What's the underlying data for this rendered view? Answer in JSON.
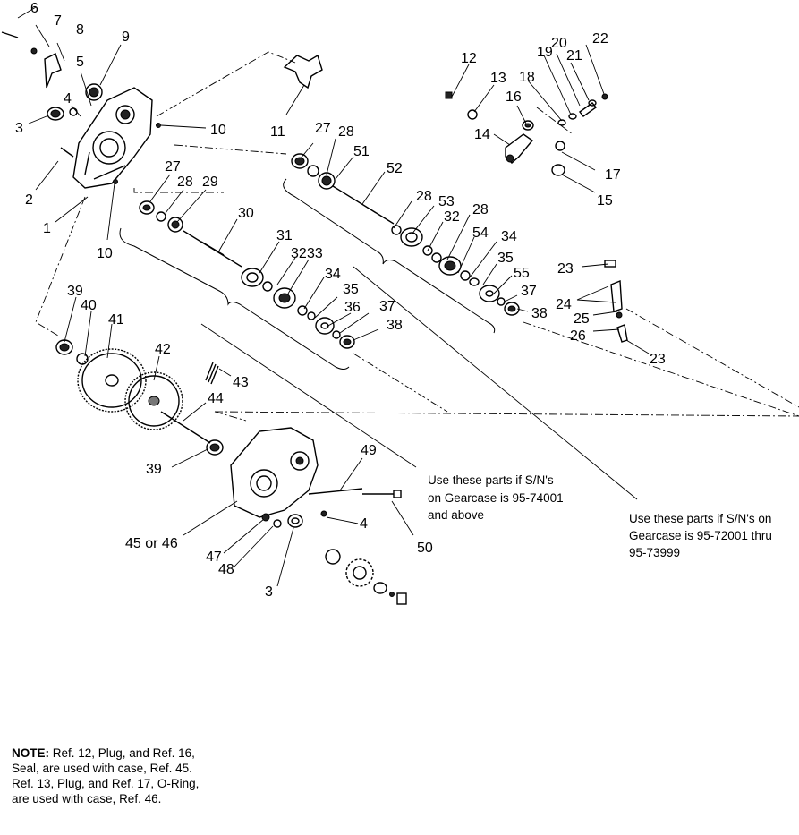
{
  "callouts": {
    "c1": "1",
    "c2": "2",
    "c3a": "3",
    "c3b": "3",
    "c4a": "4",
    "c4b": "4",
    "c5": "5",
    "c6": "6",
    "c7": "7",
    "c8": "8",
    "c9": "9",
    "c10a": "10",
    "c10b": "10",
    "c11": "11",
    "c12": "12",
    "c13": "13",
    "c14": "14",
    "c15": "15",
    "c16": "16",
    "c17": "17",
    "c18": "18",
    "c19": "19",
    "c20": "20",
    "c21": "21",
    "c22": "22",
    "c23a": "23",
    "c23b": "23",
    "c24": "24",
    "c25": "25",
    "c26": "26",
    "c27a": "27",
    "c27b": "27",
    "c28a": "28",
    "c28b": "28",
    "c28c": "28",
    "c28d": "28",
    "c29": "29",
    "c30": "30",
    "c31": "31",
    "c32a": "32",
    "c32b": "32",
    "c33": "33",
    "c34a": "34",
    "c34b": "34",
    "c35a": "35",
    "c35b": "35",
    "c36": "36",
    "c37a": "37",
    "c37b": "37",
    "c38a": "38",
    "c38b": "38",
    "c39a": "39",
    "c39b": "39",
    "c40": "40",
    "c41": "41",
    "c42": "42",
    "c43": "43",
    "c44": "44",
    "c4546": "45 or 46",
    "c47": "47",
    "c48": "48",
    "c49": "49",
    "c50": "50",
    "c51": "51",
    "c52": "52",
    "c53": "53",
    "c54": "54",
    "c55": "55"
  },
  "notes": {
    "serial_a": [
      "Use these parts if S/N's",
      "on Gearcase is 95-74001",
      "and above"
    ],
    "serial_b": [
      "Use these parts if S/N's on",
      "Gearcase is 95-72001 thru",
      "95-73999"
    ],
    "footnote_bold": "NOTE:",
    "footnote_first": " Ref. 12, Plug, and Ref. 16,",
    "footnote_lines": [
      "Seal, are used with case, Ref. 45.",
      "Ref. 13, Plug, and Ref. 17, O-Ring,",
      "are used with case, Ref. 46."
    ]
  }
}
